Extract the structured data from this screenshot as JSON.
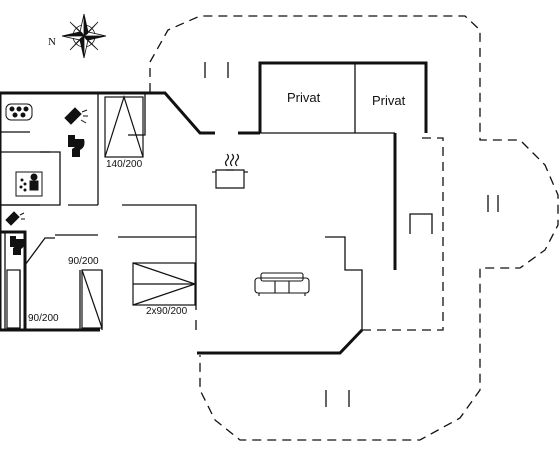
{
  "plan": {
    "compass": {
      "north_label": "N",
      "icon": "compass-rose-icon"
    },
    "rooms": {
      "privat_left": "Privat",
      "privat_right": "Privat"
    },
    "beds": {
      "bed_140": "140/200",
      "bed_90_upper": "90/200",
      "bed_90_lower": "90/200",
      "bed_2x90": "2x90/200"
    },
    "icons": [
      "compass-rose-icon",
      "whirlpool-icon",
      "shower-icon",
      "toilet-icon",
      "sauna-icon",
      "kitchen-pot-icon",
      "sofa-icon"
    ],
    "colors": {
      "wall": "#111111",
      "background": "#ffffff"
    }
  }
}
